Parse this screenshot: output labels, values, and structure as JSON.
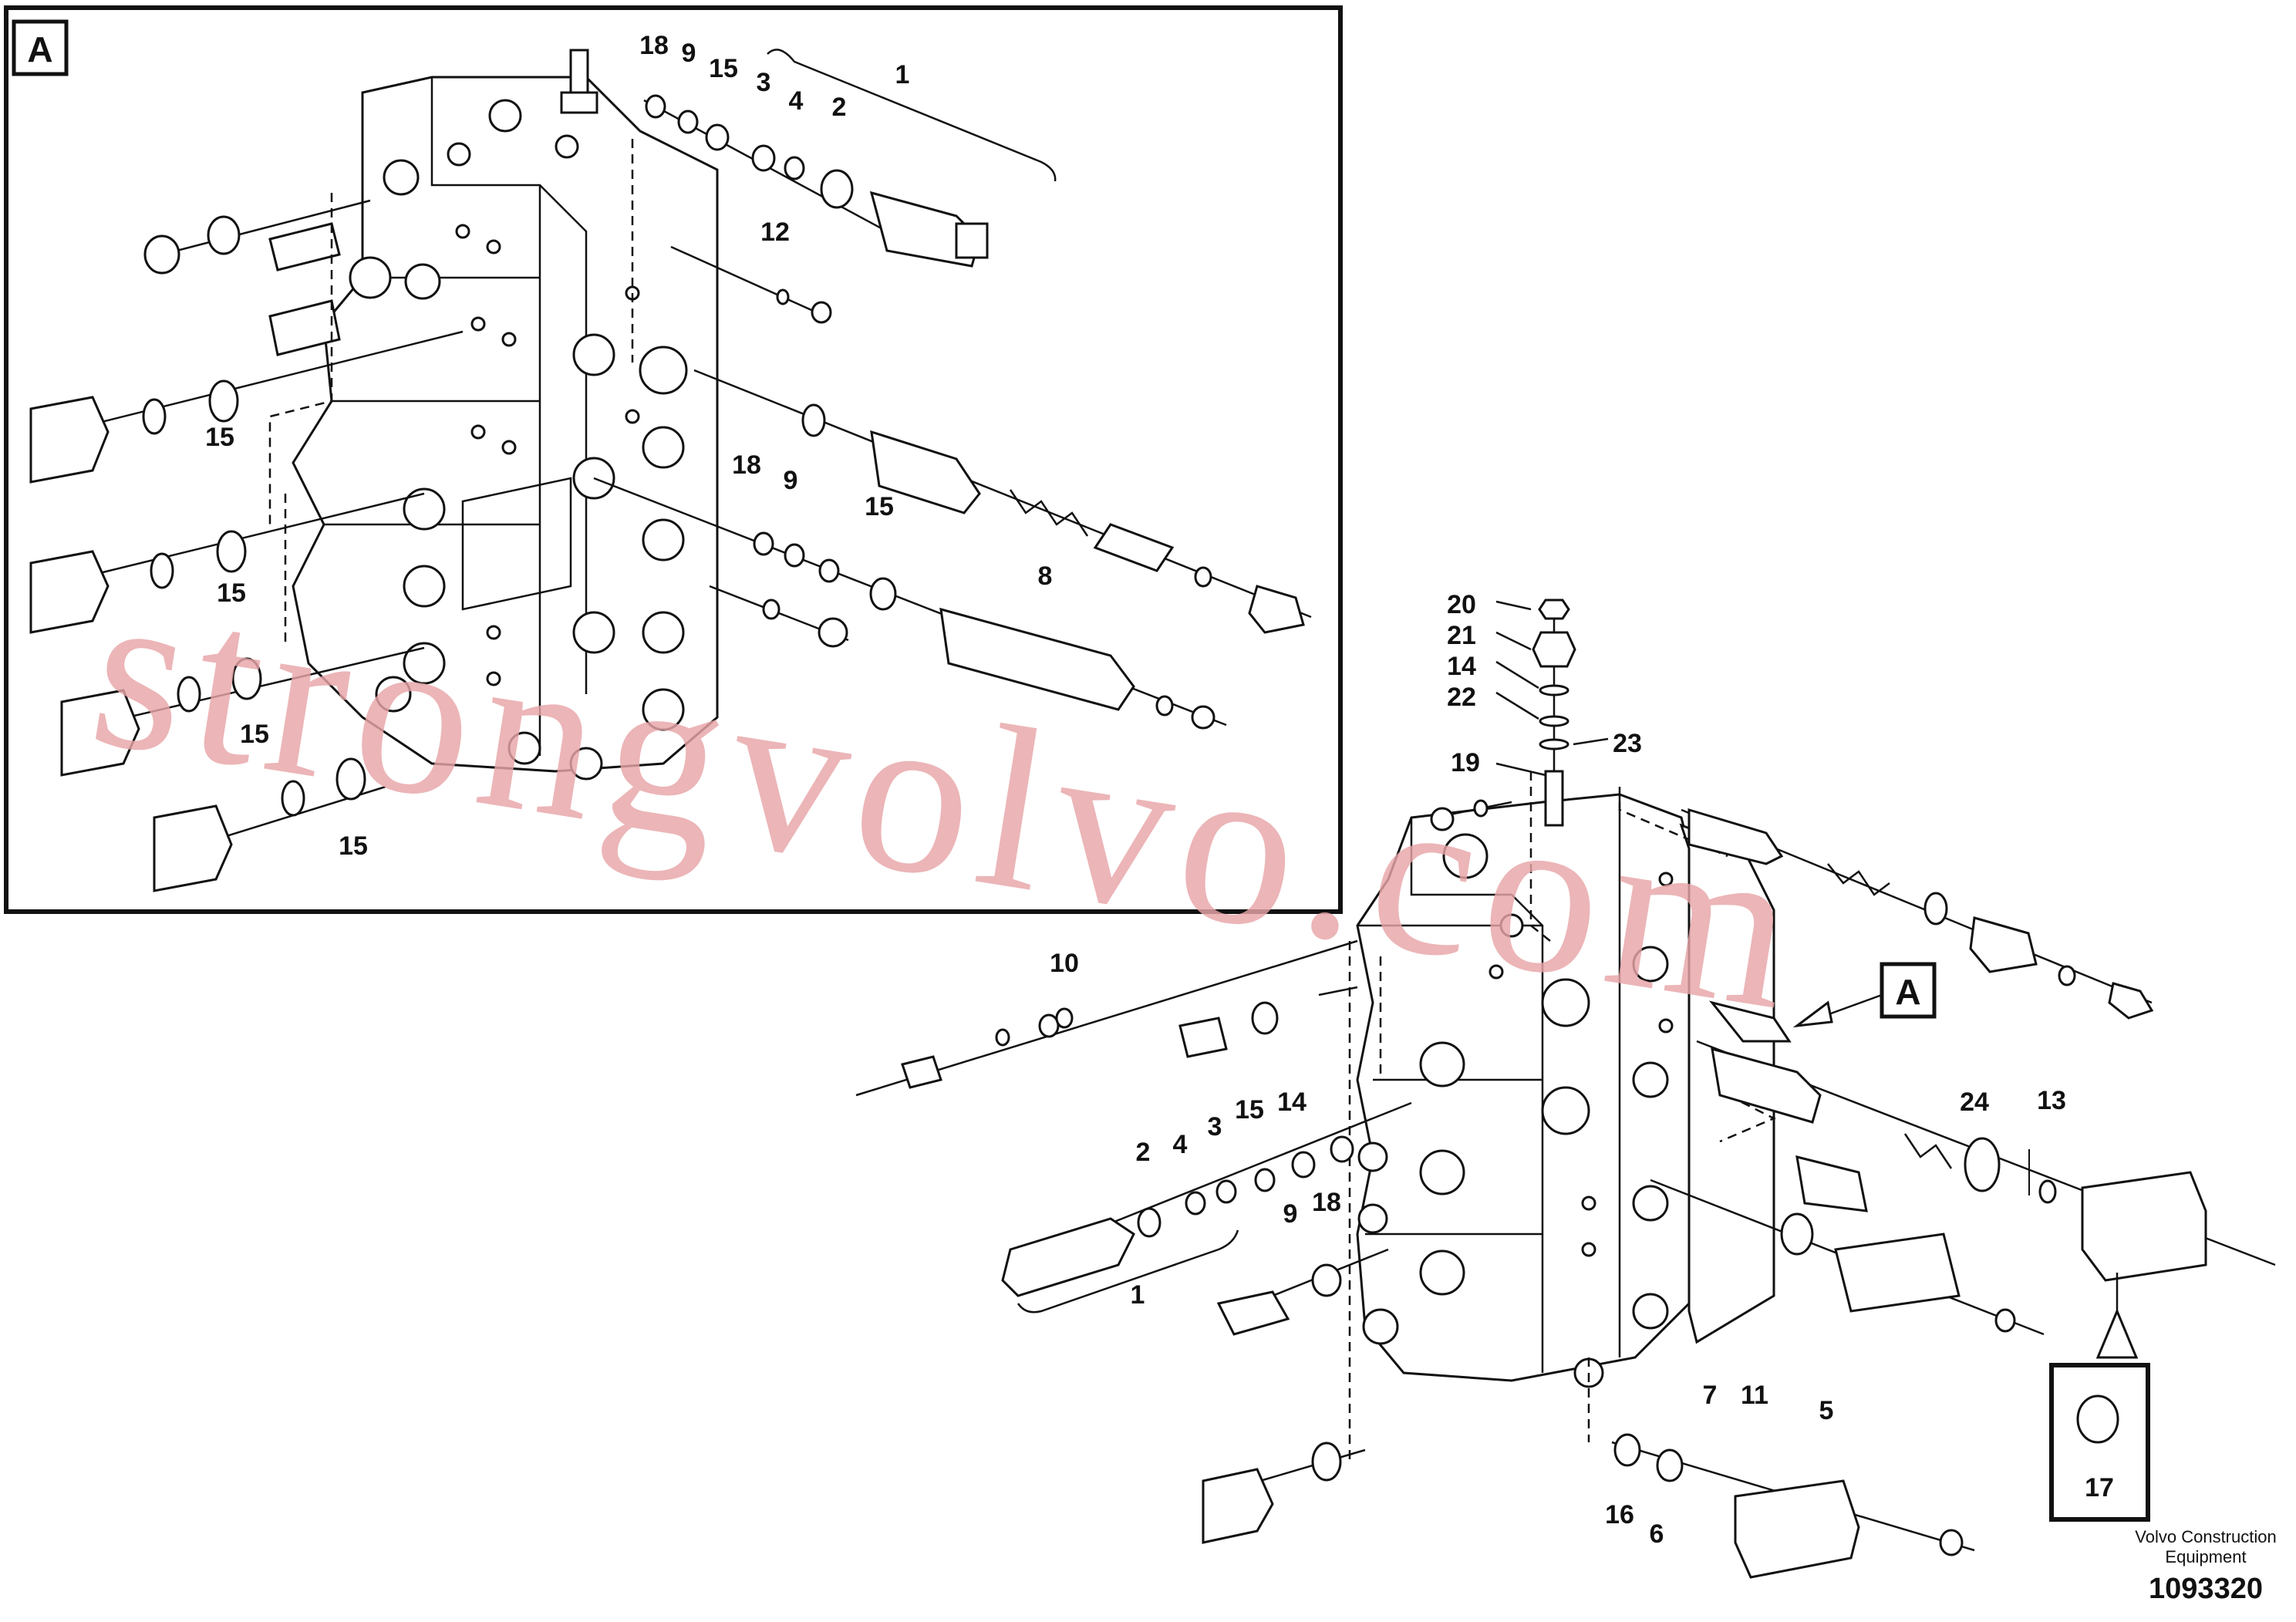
{
  "detail": {
    "callout": "A"
  },
  "reference": {
    "callout": "A"
  },
  "inset_labels": [
    {
      "id": "i18a",
      "text": "18"
    },
    {
      "id": "i9a",
      "text": "9"
    },
    {
      "id": "i15a",
      "text": "15"
    },
    {
      "id": "i3a",
      "text": "3"
    },
    {
      "id": "i4a",
      "text": "4"
    },
    {
      "id": "i2a",
      "text": "2"
    },
    {
      "id": "i1a",
      "text": "1"
    },
    {
      "id": "i12",
      "text": "12"
    },
    {
      "id": "i15b",
      "text": "15"
    },
    {
      "id": "i18b",
      "text": "18"
    },
    {
      "id": "i9b",
      "text": "9"
    },
    {
      "id": "i15c",
      "text": "15"
    },
    {
      "id": "i8",
      "text": "8"
    },
    {
      "id": "i15d",
      "text": "15"
    },
    {
      "id": "i15e",
      "text": "15"
    },
    {
      "id": "i15f",
      "text": "15"
    }
  ],
  "main_labels": [
    {
      "id": "m20",
      "text": "20"
    },
    {
      "id": "m21",
      "text": "21"
    },
    {
      "id": "m14a",
      "text": "14"
    },
    {
      "id": "m22",
      "text": "22"
    },
    {
      "id": "m23",
      "text": "23"
    },
    {
      "id": "m19",
      "text": "19"
    },
    {
      "id": "m10",
      "text": "10"
    },
    {
      "id": "m14b",
      "text": "14"
    },
    {
      "id": "m15",
      "text": "15"
    },
    {
      "id": "m3",
      "text": "3"
    },
    {
      "id": "m4",
      "text": "4"
    },
    {
      "id": "m2",
      "text": "2"
    },
    {
      "id": "m9",
      "text": "9"
    },
    {
      "id": "m18",
      "text": "18"
    },
    {
      "id": "m1",
      "text": "1"
    },
    {
      "id": "m24",
      "text": "24"
    },
    {
      "id": "m13",
      "text": "13"
    },
    {
      "id": "m17",
      "text": "17"
    },
    {
      "id": "m7",
      "text": "7"
    },
    {
      "id": "m11",
      "text": "11"
    },
    {
      "id": "m5",
      "text": "5"
    },
    {
      "id": "m16",
      "text": "16"
    },
    {
      "id": "m6",
      "text": "6"
    }
  ],
  "footer": {
    "publisher_line1": "Volvo Construction",
    "publisher_line2": "Equipment",
    "doc_number": "1093320"
  },
  "watermark": "strongvolvo.com"
}
